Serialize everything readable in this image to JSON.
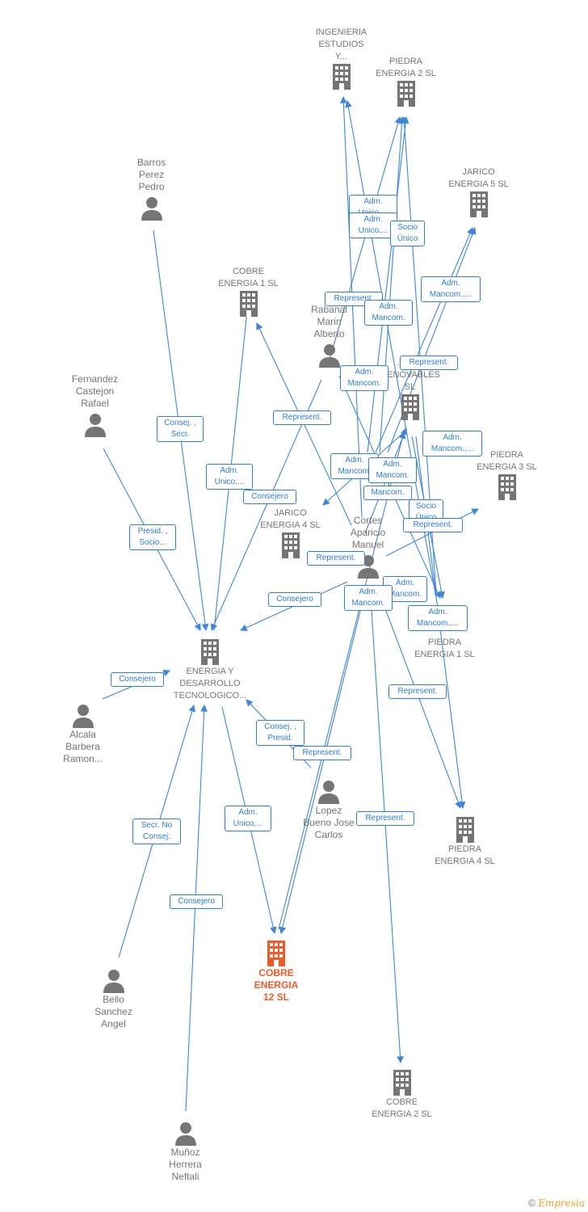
{
  "colors": {
    "edge": "#3f86d9",
    "icon": "#757575",
    "focus": "#f05a28"
  },
  "nodes": [
    {
      "id": "ingenieria",
      "type": "company",
      "label": "INGENIERIA\nESTUDIOS\nY..."
    },
    {
      "id": "piedra2",
      "type": "company",
      "label": "PIEDRA\nENERGIA 2  SL"
    },
    {
      "id": "jarico5",
      "type": "company",
      "label": "JARICO\nENERGIA 5  SL"
    },
    {
      "id": "barros",
      "type": "person",
      "label": "Barros\nPerez\nPedro"
    },
    {
      "id": "cobre1",
      "type": "company",
      "label": "COBRE\nENERGIA 1  SL"
    },
    {
      "id": "rabanal",
      "type": "person",
      "label": "Rabanal\nMarin\nAlberto"
    },
    {
      "id": "fernandez",
      "type": "person",
      "label": "Fernandez\nCastejon\nRafael"
    },
    {
      "id": "renovables",
      "type": "company",
      "label": "...AV...\n...ENOVABLES\nSL"
    },
    {
      "id": "piedra3",
      "type": "company",
      "label": "PIEDRA\nENERGIA 3  SL"
    },
    {
      "id": "jarico4",
      "type": "company",
      "label": "JARICO\nENERGIA 4  SL"
    },
    {
      "id": "cortes",
      "type": "person",
      "label": "Cortes\nAparicio\nManuel"
    },
    {
      "id": "piedra1",
      "type": "company",
      "label": "PIEDRA\nENERGIA 1  SL"
    },
    {
      "id": "energia",
      "type": "company",
      "label": "ENERGIA Y\nDESARROLLO\nTECNOLOGICO..."
    },
    {
      "id": "alcala",
      "type": "person",
      "label": "Alcala\nBarbera\nRamon..."
    },
    {
      "id": "lopez",
      "type": "person",
      "label": "Lopez\nBueno Jose\nCarlos"
    },
    {
      "id": "piedra4",
      "type": "company",
      "label": "PIEDRA\nENERGIA 4  SL"
    },
    {
      "id": "cobre12",
      "type": "company",
      "focus": true,
      "label": "COBRE\nENERGIA\n12  SL"
    },
    {
      "id": "bello",
      "type": "person",
      "label": "Bello\nSanchez\nAngel"
    },
    {
      "id": "cobre2",
      "type": "company",
      "label": "COBRE\nENERGIA 2  SL"
    },
    {
      "id": "munoz",
      "type": "person",
      "label": "Muñoz\nHerrera\nNeftali"
    }
  ],
  "edge_labels": [
    {
      "id": "e1",
      "text": "Adm.\nUnico,..."
    },
    {
      "id": "e2",
      "text": "Adm.\nUnico,..."
    },
    {
      "id": "e3",
      "text": "Socio\nÚnico"
    },
    {
      "id": "e4",
      "text": "Adm.\nMancom.,..."
    },
    {
      "id": "e5",
      "text": "Represent."
    },
    {
      "id": "e6",
      "text": "Adm.\nMancom."
    },
    {
      "id": "e7",
      "text": "Represent."
    },
    {
      "id": "e8",
      "text": "Adm.\nMancom."
    },
    {
      "id": "e9",
      "text": "Represent."
    },
    {
      "id": "e10",
      "text": "Consej. ,\nSecr."
    },
    {
      "id": "e11",
      "text": "Adm.\nMancom.,..."
    },
    {
      "id": "e12",
      "text": "Adm.\nMancom."
    },
    {
      "id": "e13",
      "text": "Adm.\nMancom."
    },
    {
      "id": "e14",
      "text": "Adm.\nUnico,..."
    },
    {
      "id": "e15",
      "text": "Consejero"
    },
    {
      "id": "e16",
      "text": "Mancom."
    },
    {
      "id": "e17",
      "text": "Socio\nÚnico"
    },
    {
      "id": "e18",
      "text": "Represent."
    },
    {
      "id": "e19",
      "text": "Presid. ,\nSocio..."
    },
    {
      "id": "e20",
      "text": "Represent."
    },
    {
      "id": "e21",
      "text": "Adm.\nMancom."
    },
    {
      "id": "e22",
      "text": "Adm.\nMancom."
    },
    {
      "id": "e23",
      "text": "Consejero"
    },
    {
      "id": "e24",
      "text": "Adm.\nMancom.,..."
    },
    {
      "id": "e25",
      "text": "Consejero"
    },
    {
      "id": "e26",
      "text": "Represent."
    },
    {
      "id": "e27",
      "text": "Consej. ,\nPresid."
    },
    {
      "id": "e28",
      "text": "Represent."
    },
    {
      "id": "e29",
      "text": "Adm.\nUnico,..."
    },
    {
      "id": "e30",
      "text": "Represent."
    },
    {
      "id": "e31",
      "text": "Secr.  No\nConsej."
    },
    {
      "id": "e32",
      "text": "Consejero"
    }
  ],
  "footer": {
    "copyright": "©",
    "brand": "Empresia"
  }
}
